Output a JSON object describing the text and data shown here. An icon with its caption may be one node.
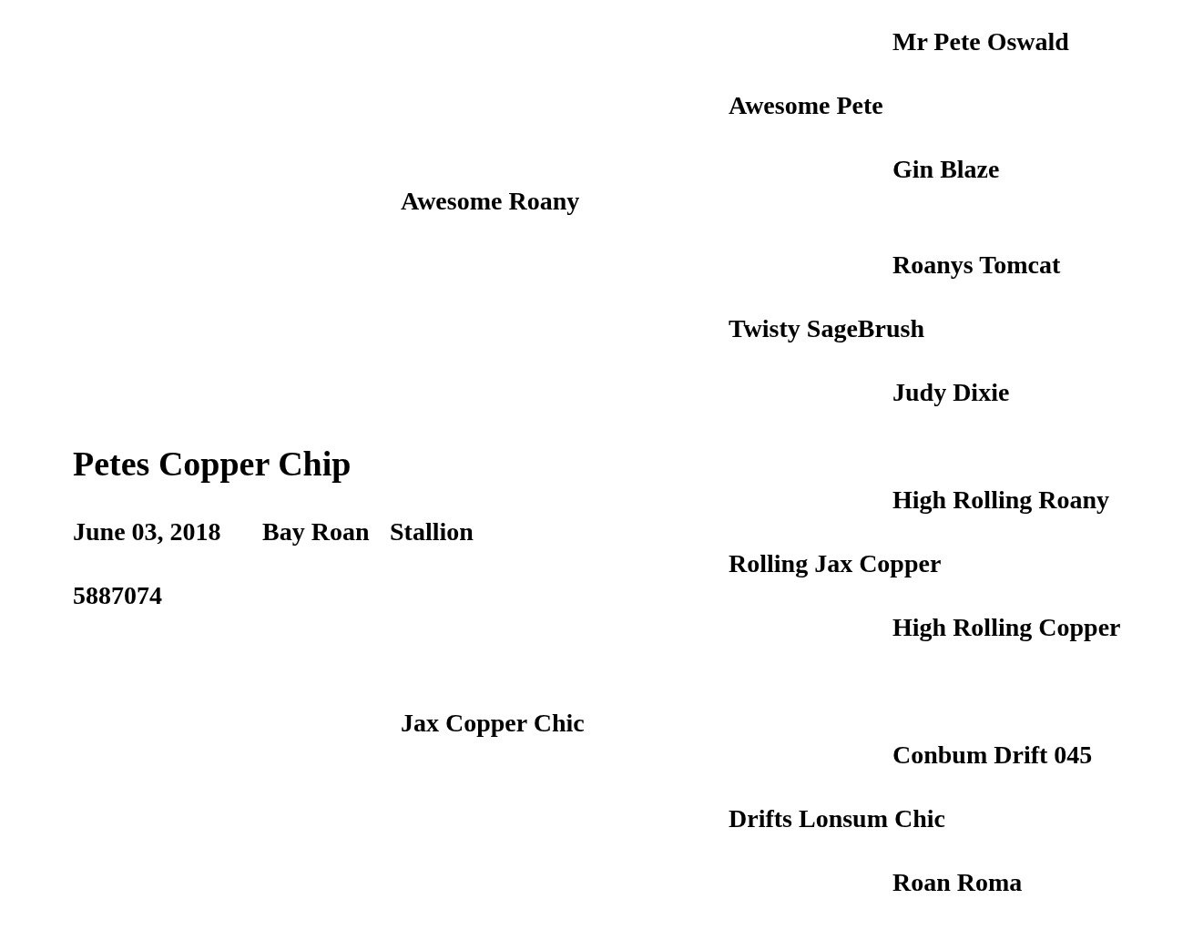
{
  "diagram": {
    "title": "Petes Copper Chip",
    "labels": [
      "Mr Pete Oswald",
      "Awesome Pete",
      "Gin Blaze",
      "Awesome Roany",
      "Roanys Tomcat",
      "Twisty SageBrush",
      "Judy Dixie",
      "High Rolling Roany",
      "June 03, 2018",
      "Bay Roan",
      "Stallion",
      "Rolling Jax Copper",
      "5887074",
      "High Rolling Copper",
      "Jax Copper Chic",
      "Conbum Drift 045",
      "Drifts Lonsum Chic",
      "Roan Roma"
    ]
  }
}
